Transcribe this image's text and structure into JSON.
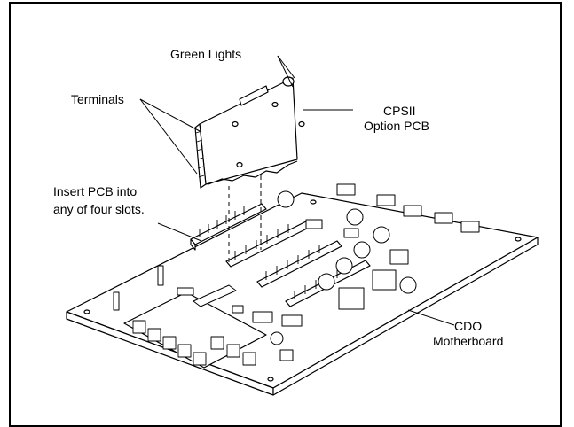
{
  "labels": {
    "green_lights": "Green Lights",
    "terminals": "Terminals",
    "cpsii_line1": "CPSII",
    "cpsii_line2": "Option PCB",
    "insert_line1": "Insert PCB into",
    "insert_line2": "any of four slots.",
    "cdo_line1": "CDO",
    "cdo_line2": "Motherboard"
  }
}
